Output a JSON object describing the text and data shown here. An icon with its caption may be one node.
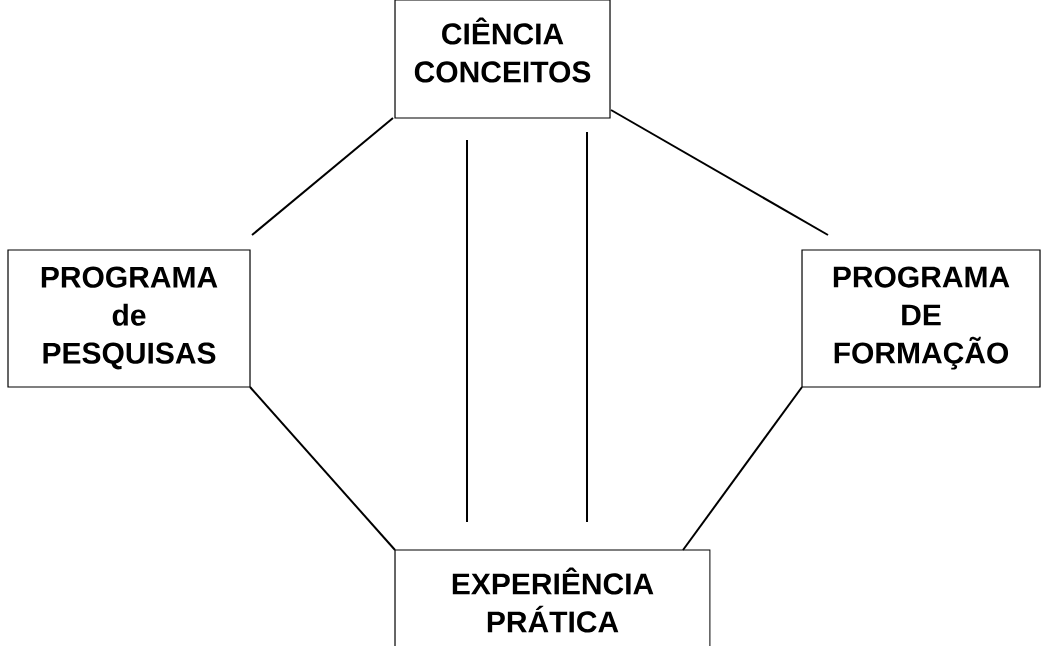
{
  "diagram": {
    "nodes": [
      {
        "text": [
          "CIÊNCIA CONCEITOS"
        ]
      },
      {
        "text": [
          "PROGRAMA de PESQUISAS"
        ]
      },
      {
        "text": [
          "PROGRAMA DE FORMAÇÃO"
        ]
      },
      {
        "text": [
          "EXPERIÊNCIA PRÁTICA"
        ]
      }
    ],
    "edges": [
      {
        "from": 0,
        "to": 1,
        "arrow": "none"
      },
      {
        "from": 0,
        "to": 2,
        "arrow": "none"
      },
      {
        "from": 0,
        "to": 3,
        "arrow": "none"
      },
      {
        "from": 0,
        "to": 3,
        "arrow": "none"
      },
      {
        "from": 1,
        "to": 3,
        "arrow": "none"
      },
      {
        "from": 2,
        "to": 3,
        "arrow": "none"
      }
    ]
  }
}
